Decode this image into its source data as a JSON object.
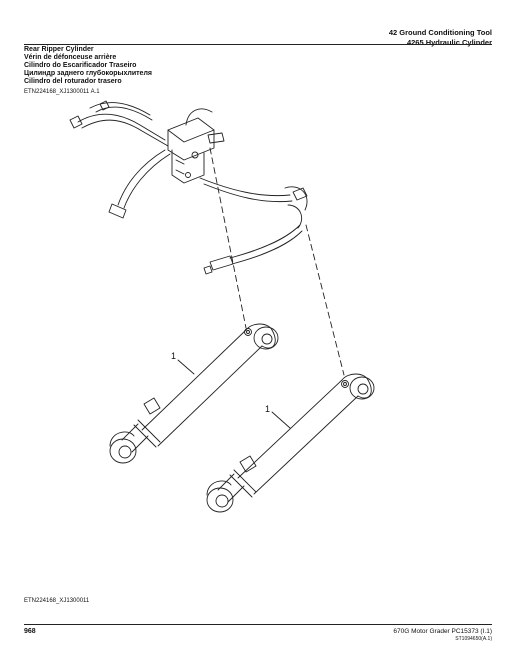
{
  "header": {
    "section": "42 Ground Conditioning Tool",
    "group": "4265 Hydraulic Cylinder"
  },
  "title": {
    "lines": [
      "Rear Ripper Cylinder",
      "Vérin de défonceuse arrière",
      "Cilindro do Escarificador Traseiro",
      "Цилиндр заднего глубокорыхлителя",
      "Cilindro del roturador trasero"
    ]
  },
  "figure": {
    "ref_top": "ETN224168_XJ1300011 A.1",
    "ref_bottom": "ETN224168_XJ1300011",
    "callouts": [
      "1",
      "1"
    ]
  },
  "footer": {
    "page_number": "968",
    "book": "670G Motor Grader   PC15373   (I.1)",
    "code": "ST1094650(A.1)"
  }
}
